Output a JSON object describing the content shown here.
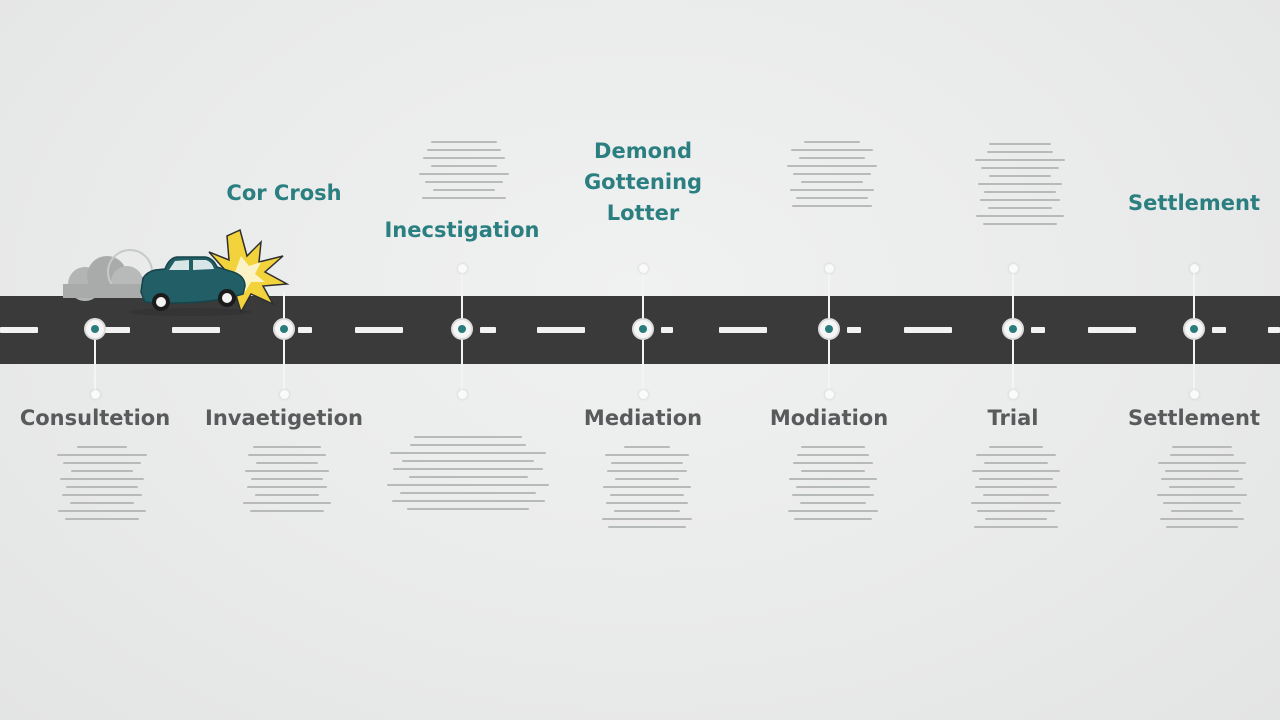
{
  "colors": {
    "road": "#3a3a3b",
    "accent_teal": "#2b7f80",
    "label_gray": "#595a5b",
    "car_body": "#225e66",
    "burst": "#f2d33c"
  },
  "top_labels": [
    {
      "stage": 2,
      "text": "Cor Crosh"
    },
    {
      "stage": 3,
      "text": "Inecstigation"
    },
    {
      "stage": 4,
      "text": "Demond\nGottening\nLotter"
    },
    {
      "stage": 7,
      "text": "Settlement"
    }
  ],
  "bottom_labels": [
    {
      "stage": 1,
      "text": "Consultetion"
    },
    {
      "stage": 2,
      "text": "Invaetigetion"
    },
    {
      "stage": 4,
      "text": "Mediation"
    },
    {
      "stage": 5,
      "text": "Modiation"
    },
    {
      "stage": 6,
      "text": "Trial"
    },
    {
      "stage": 7,
      "text": "Settlement"
    }
  ],
  "illustration": {
    "vehicle_icon": "car-crash-icon",
    "impact_icon": "impact-burst-icon",
    "smoke_icon": "smoke-cloud-icon"
  }
}
